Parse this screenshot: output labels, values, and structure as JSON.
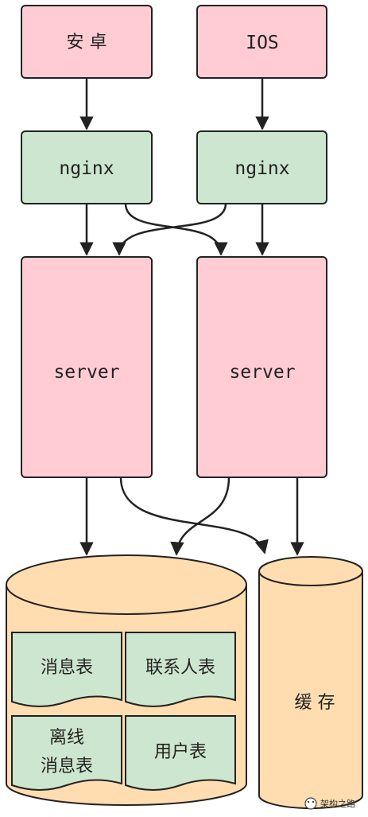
{
  "nodes": {
    "android": "安 卓",
    "ios": "IOS",
    "nginx_left": "nginx",
    "nginx_right": "nginx",
    "server_left": "server",
    "server_right": "server",
    "cache": "缓 存"
  },
  "database": {
    "tables": {
      "message": "消息表",
      "contacts": "联系人表",
      "offline_line1": "离线",
      "offline_line2": "消息表",
      "users": "用户表"
    }
  },
  "watermark": "架构之路",
  "colors": {
    "client_fill": "#ffccd3",
    "nginx_fill": "#cde6cf",
    "db_fill": "#ffddb0",
    "table_fill": "#cde6cf",
    "stroke": "#222222"
  }
}
